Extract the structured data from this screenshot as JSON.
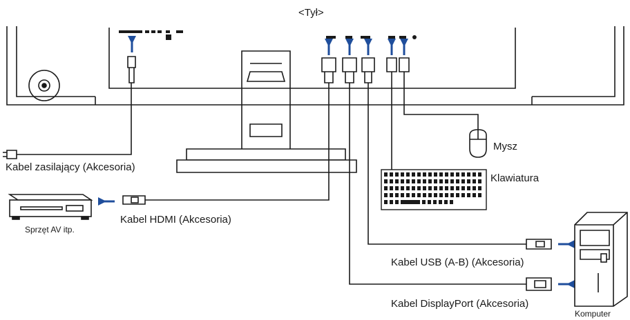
{
  "title": "<Tył>",
  "labels": {
    "power_cable": "Kabel zasilający (Akcesoria)",
    "hdmi_cable": "Kabel HDMI (Akcesoria)",
    "av_equipment": "Sprzęt AV itp.",
    "mouse": "Mysz",
    "keyboard": "Klawiatura",
    "usb_cable": "Kabel USB (A-B) (Akcesoria)",
    "displayport_cable": "Kabel DisplayPort (Akcesoria)",
    "computer": "Komputer"
  },
  "colors": {
    "line": "#1a1a1a",
    "arrow": "#1f4e9c",
    "fill": "#ffffff"
  }
}
